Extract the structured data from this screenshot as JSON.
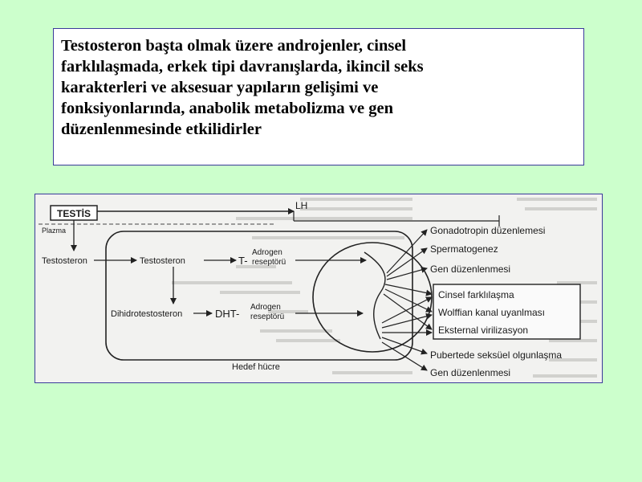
{
  "slide": {
    "text_lines": [
      "Testosteron başta olmak üzere androjenler, cinsel",
      "farklılaşmada, erkek tipi davranışlarda, ikincil seks",
      "karakterleri ve aksesuar yapıların gelişimi ve",
      "fonksiyonlarında, anabolik metabolizma ve gen",
      "düzenlenmesinde etkilidirler"
    ]
  },
  "diagram": {
    "testis": "TESTİS",
    "lh": "LH",
    "plasma": "Plazma",
    "testosterone_plasma": "Testosteron",
    "testosterone_cell": "Testosteron",
    "t_bound": "T-",
    "receptor_1": [
      "Adrogen",
      "reseptörü"
    ],
    "dihydrotestosterone": "Dihidrotestosteron",
    "dht_bound": "DHT-",
    "receptor_2": [
      "Adrogen",
      "reseptörü"
    ],
    "target_cell": "Hedef hücre",
    "effects_top": [
      "Gonadotropin düzenlemesi",
      "Spermatogenez",
      "Gen düzenlenmesi"
    ],
    "effects_box": [
      "Cinsel farklılaşma",
      "Wolffian kanal uyanlması",
      "Eksternal virilizasyon"
    ],
    "effects_bottom": [
      "Pubertede seksüel olgunlaşma",
      "Gen düzenlenmesi"
    ]
  }
}
